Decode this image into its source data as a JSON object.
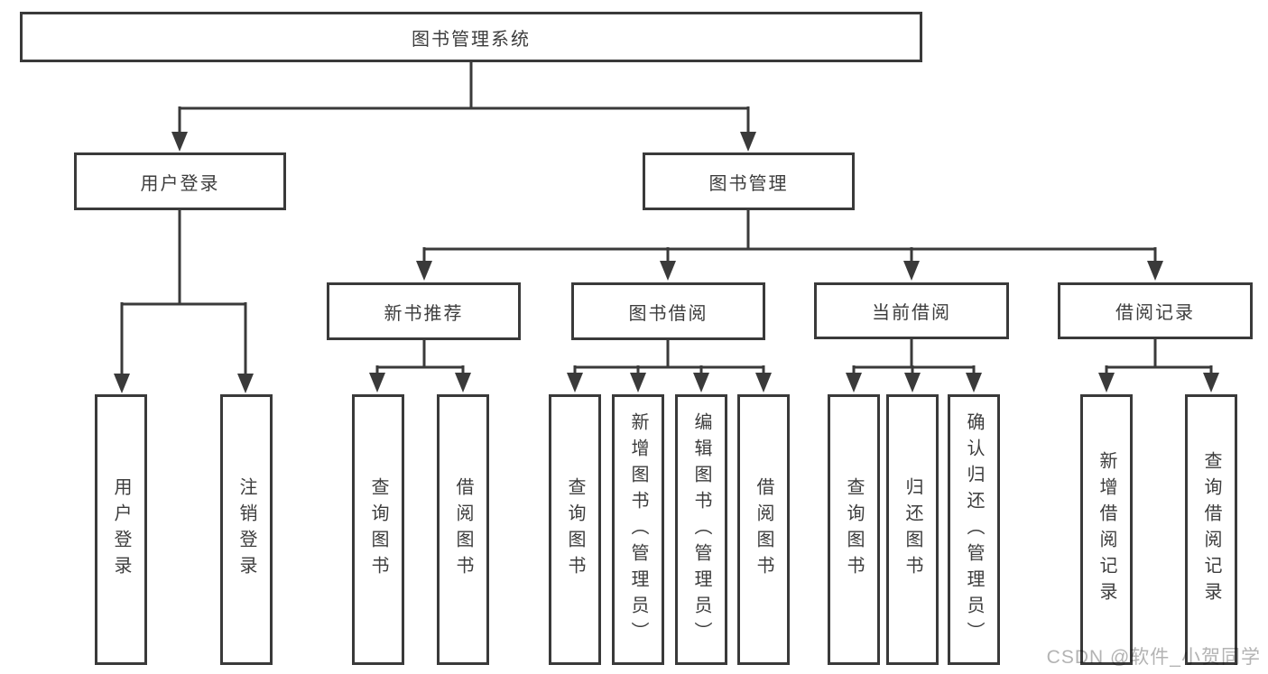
{
  "diagram": {
    "title": "图书管理系统",
    "tree": {
      "root": {
        "label": "图书管理系统"
      },
      "branches": [
        {
          "label": "用户登录",
          "children": [
            {
              "label": "用户登录"
            },
            {
              "label": "注销登录"
            }
          ]
        },
        {
          "label": "图书管理",
          "groups": [
            {
              "label": "新书推荐",
              "children": [
                {
                  "label": "查询图书"
                },
                {
                  "label": "借阅图书"
                }
              ]
            },
            {
              "label": "图书借阅",
              "children": [
                {
                  "label": "查询图书"
                },
                {
                  "label": "新增图书（管理员）"
                },
                {
                  "label": "编辑图书（管理员）"
                },
                {
                  "label": "借阅图书"
                }
              ]
            },
            {
              "label": "当前借阅",
              "children": [
                {
                  "label": "查询图书"
                },
                {
                  "label": "归还图书"
                },
                {
                  "label": "确认归还（管理员）"
                }
              ]
            },
            {
              "label": "借阅记录",
              "children": [
                {
                  "label": "新增借阅记录"
                },
                {
                  "label": "查询借阅记录"
                }
              ]
            }
          ]
        }
      ]
    },
    "colors": {
      "line": "#3a3a3a",
      "text": "#3d3d3d",
      "node_fill": "#ffffff",
      "background": "#ffffff",
      "watermark": "#b3b3b3"
    }
  },
  "watermark": {
    "text": "CSDN @软件_小贺同学"
  }
}
